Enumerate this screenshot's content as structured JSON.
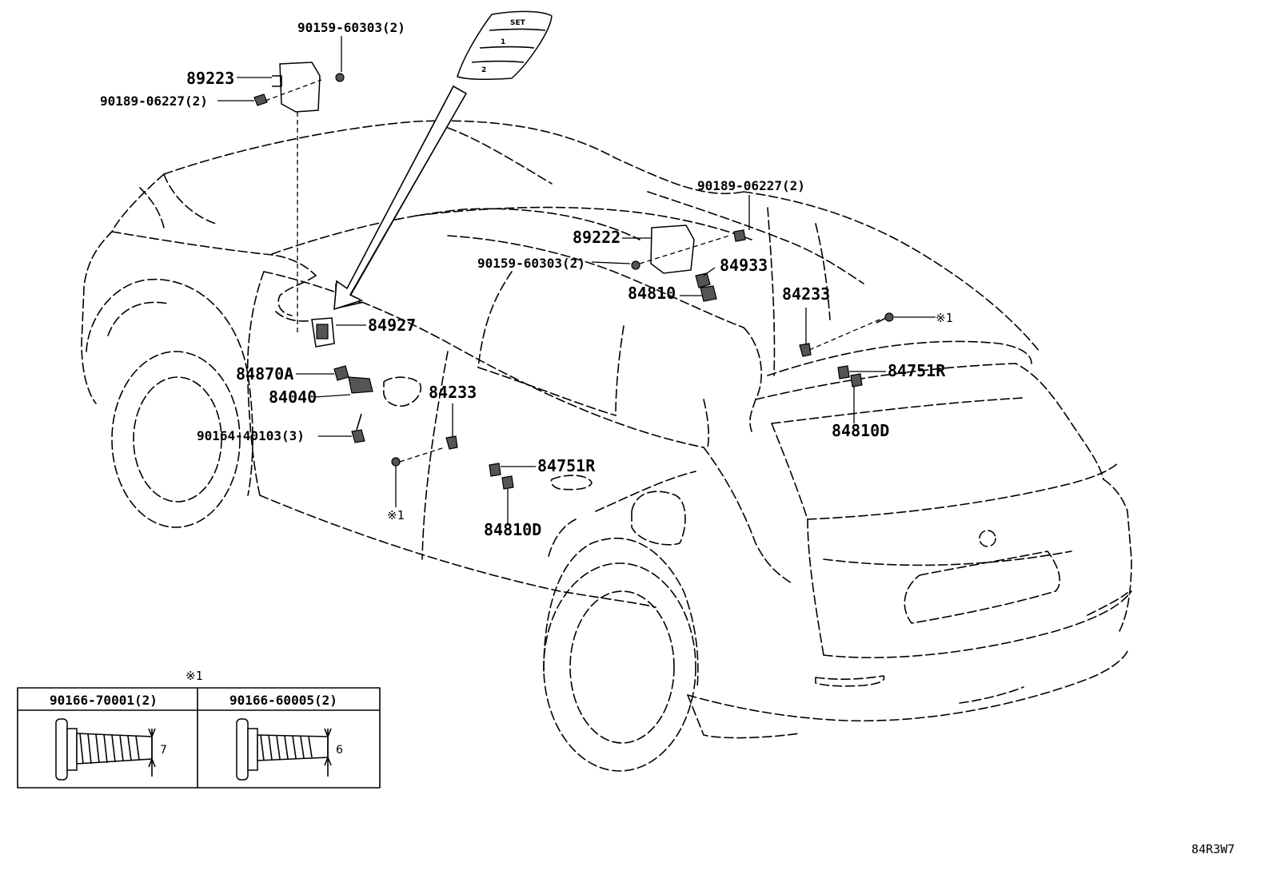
{
  "labels": {
    "p_90159_top": "90159-60303(2)",
    "p_89223": "89223",
    "p_90189_left": "90189-06227(2)",
    "p_90189_right": "90189-06227(2)",
    "p_89222": "89222",
    "p_90159_mid": "90159-60303(2)",
    "p_84933": "84933",
    "p_84810": "84810",
    "p_84233_right": "84233",
    "p_note1_right": "※1",
    "p_84927": "84927",
    "p_84870A": "84870A",
    "p_84040": "84040",
    "p_90164": "90164-40103(3)",
    "p_84233_left": "84233",
    "p_note1_left": "※1",
    "p_84751R_door": "84751R",
    "p_84810D_door": "84810D",
    "p_84751R_hatch": "84751R",
    "p_84810D_hatch": "84810D"
  },
  "switch_panel": {
    "set": "SET",
    "mem1": "1",
    "mem2": "2"
  },
  "detail_table": {
    "note": "※1",
    "columns": [
      {
        "part": "90166-70001(2)",
        "dimension": "7"
      },
      {
        "part": "90166-60005(2)",
        "dimension": "6"
      }
    ]
  },
  "diagram_ref": "84R3W7"
}
